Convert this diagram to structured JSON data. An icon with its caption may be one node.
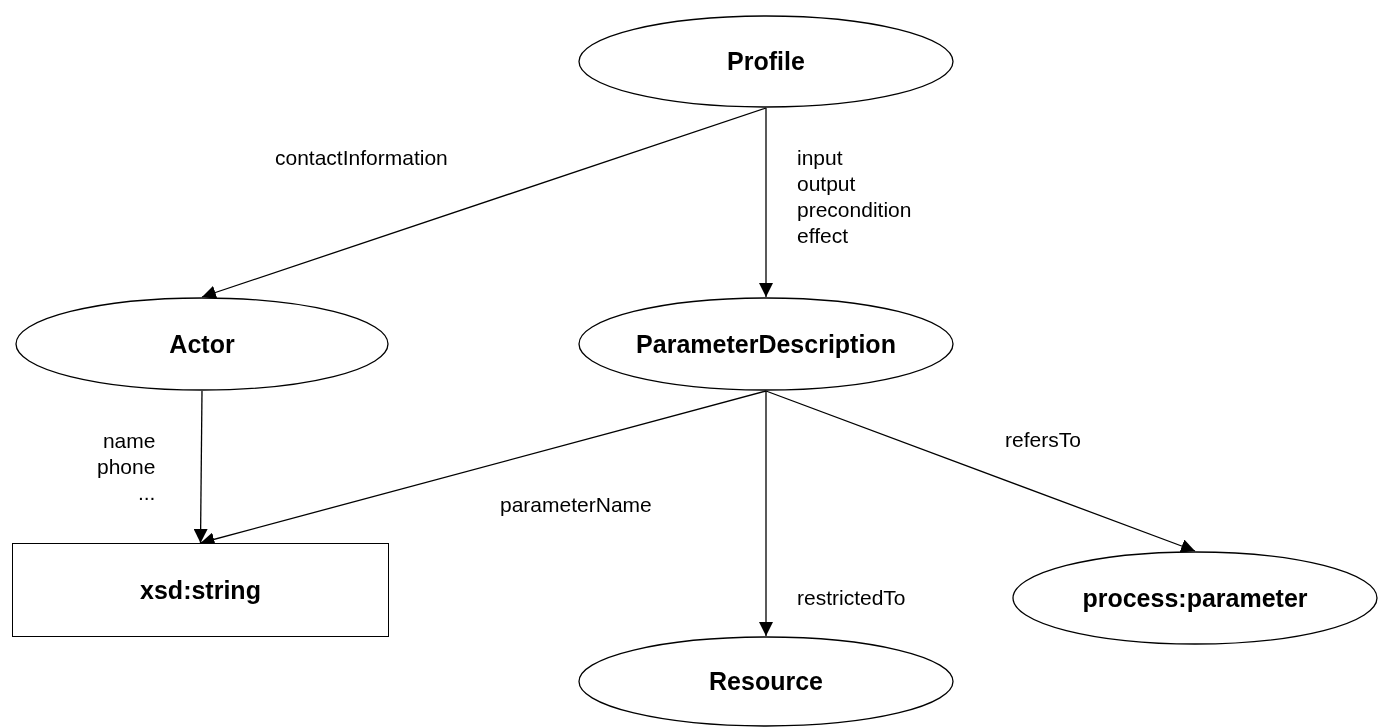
{
  "diagram": {
    "nodes": [
      {
        "text": [
          "Profile"
        ]
      },
      {
        "text": [
          "Actor"
        ]
      },
      {
        "text": [
          "ParameterDescription"
        ]
      },
      {
        "text": [
          "xsd:string"
        ]
      },
      {
        "text": [
          "process:parameter"
        ]
      },
      {
        "text": [
          "Resource"
        ]
      }
    ],
    "edges": [
      {
        "from": 0,
        "to": 1,
        "arrow": "to",
        "label": "contactInformation"
      },
      {
        "from": 0,
        "to": 2,
        "arrow": "to",
        "label": "input output precondition effect"
      },
      {
        "from": 1,
        "to": 3,
        "arrow": "to",
        "label": "name phone ..."
      },
      {
        "from": 2,
        "to": 3,
        "arrow": "to",
        "label": "parameterName"
      },
      {
        "from": 2,
        "to": 5,
        "arrow": "to",
        "label": "restrictedTo"
      },
      {
        "from": 2,
        "to": 4,
        "arrow": "to",
        "label": "refersTo"
      }
    ]
  }
}
